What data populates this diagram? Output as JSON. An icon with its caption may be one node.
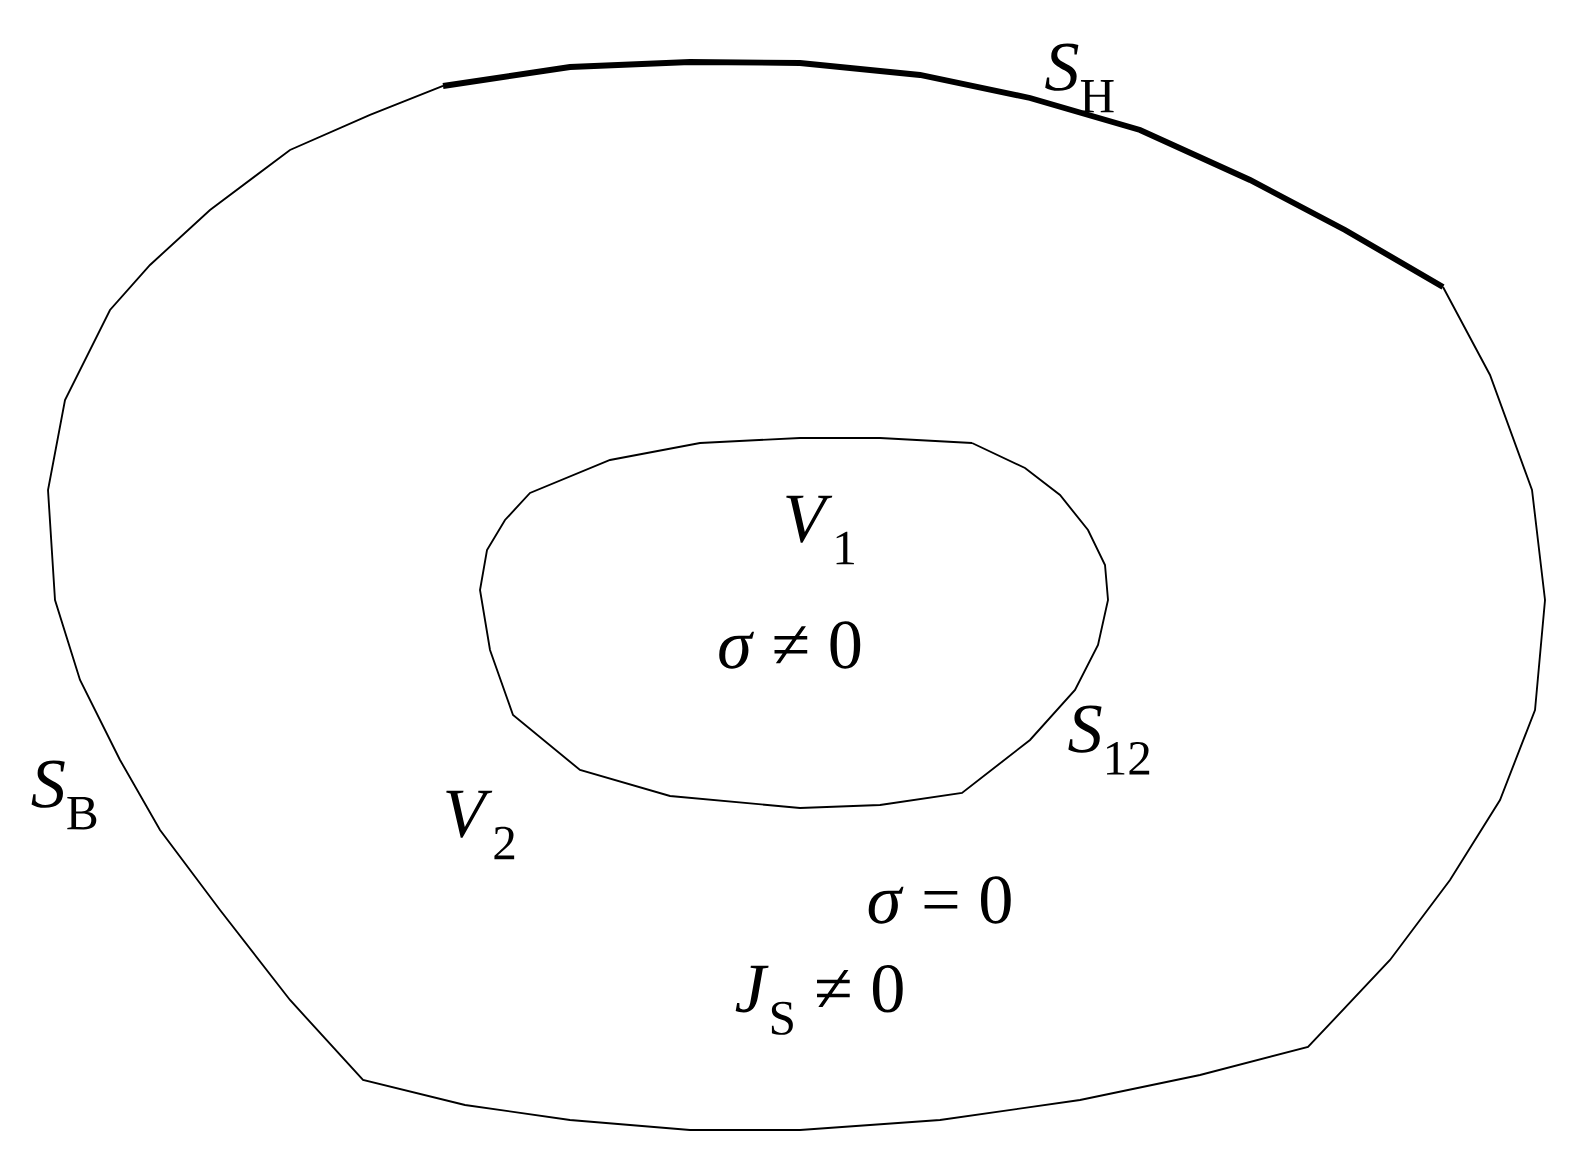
{
  "diagram": {
    "nodes": [
      {
        "text": [
          "*V*$_{2}$",
          "*σ* = 0",
          "*J*$_{S}$ ≠ 0"
        ]
      },
      {
        "text": [
          "*V*$_{1}$",
          "*σ* ≠ 0"
        ],
        "in": 0
      }
    ],
    "labels": [
      "*S*$_{H}$",
      "*S*$_{12}$",
      "*S*$_{B}$"
    ]
  }
}
